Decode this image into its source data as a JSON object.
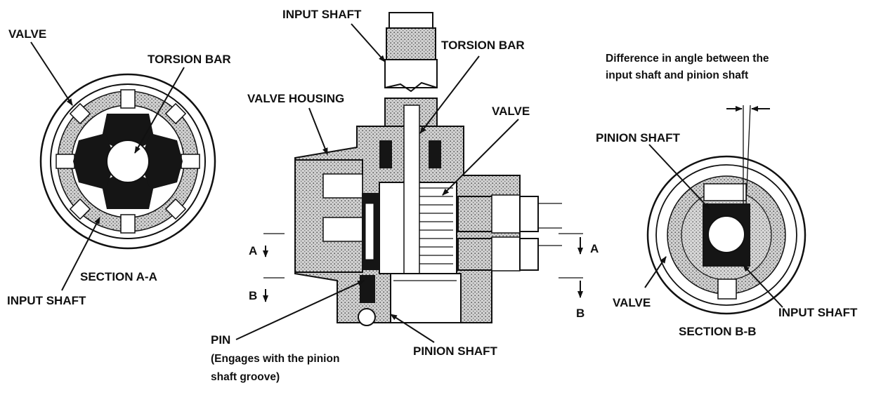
{
  "labels": {
    "valve_left": "VALVE",
    "torsion_bar_left": "TORSION BAR",
    "section_aa": "SECTION A-A",
    "input_shaft_left": "INPUT SHAFT",
    "input_shaft_top": "INPUT SHAFT",
    "torsion_bar_center": "TORSION BAR",
    "valve_housing": "VALVE HOUSING",
    "valve_center": "VALVE",
    "a_left": "A",
    "b_left": "B",
    "a_right": "A",
    "b_right": "B",
    "pin": "PIN",
    "pin_note_1": "(Engages with the pinion",
    "pin_note_2": "shaft groove)",
    "pinion_shaft_center": "PINION SHAFT",
    "difference_1": "Difference in angle between the",
    "difference_2": "input shaft and pinion shaft",
    "pinion_shaft_right": "PINION SHAFT",
    "valve_right": "VALVE",
    "input_shaft_right": "INPUT SHAFT",
    "section_bb": "SECTION B-B"
  }
}
